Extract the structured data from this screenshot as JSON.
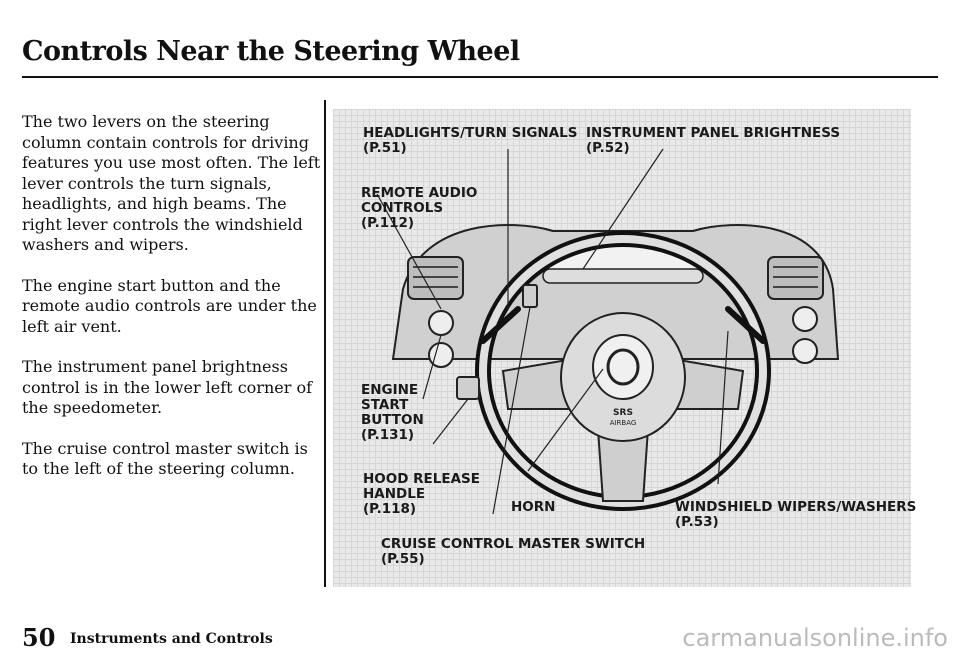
{
  "page": {
    "title": "Controls Near the Steering Wheel",
    "paragraphs": [
      "The two levers on the steering column contain controls for driving features you use most often. The left lever controls the turn signals, headlights, and high beams. The right lever controls the windshield washers and wipers.",
      "The engine start button and the remote audio controls are under the left air vent.",
      "The instrument panel brightness control is in the lower left corner of the speedometer.",
      "The cruise control master switch is to the left of the steering column."
    ]
  },
  "figure": {
    "callouts": {
      "headlights": "HEADLIGHTS/TURN SIGNALS\n(P.51)",
      "panel_brightness": "INSTRUMENT PANEL BRIGHTNESS\n(P.52)",
      "remote_audio": "REMOTE AUDIO\nCONTROLS\n(P.112)",
      "engine_start": "ENGINE\nSTART\nBUTTON\n(P.131)",
      "hood_release": "HOOD RELEASE\nHANDLE\n(P.118)",
      "horn": "HORN",
      "wipers": "WINDSHIELD WIPERS/WASHERS\n(P.53)",
      "cruise": "CRUISE CONTROL MASTER SWITCH\n(P.55)"
    },
    "airbag_label": "AIRBAG",
    "srs_label": "SRS"
  },
  "footer": {
    "page_number": "50",
    "section": "Instruments and Controls",
    "watermark": "carmanualsonline.info"
  }
}
